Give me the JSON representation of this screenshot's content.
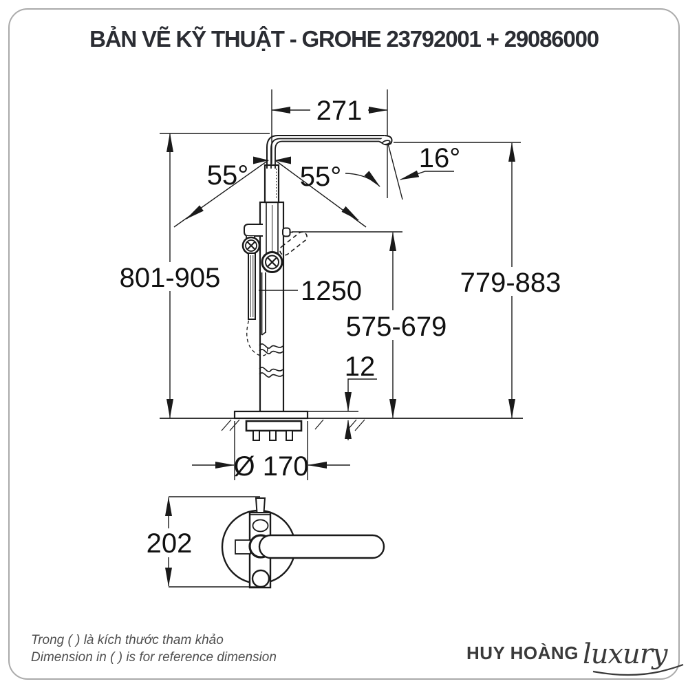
{
  "title": "BẢN VẼ KỸ THUẬT - GROHE 23792001 + 29086000",
  "drawing": {
    "front_view": {
      "dim_spout_reach": "271",
      "dim_angle_left": "55°",
      "dim_angle_right": "55°",
      "dim_angle_spout": "16°",
      "dim_height_left": "801-905",
      "dim_height_right": "779-883",
      "dim_hose_length": "1250",
      "dim_handle_height": "575-679",
      "dim_plate_thickness": "12",
      "dim_base_diameter": "Ø 170"
    },
    "top_view": {
      "dim_depth": "202"
    }
  },
  "footer": {
    "note_vi": "Trong ( ) là kích thước tham khảo",
    "note_en": "Dimension in ( ) is for reference dimension",
    "brand": "HUY HOÀNG",
    "brand_suffix": "luxury"
  },
  "colors": {
    "ink": "#1a1a1a",
    "title": "#2b2d33",
    "note": "#4f4f4f",
    "brand": "#3a3a3a",
    "border": "#aaaaaa"
  }
}
